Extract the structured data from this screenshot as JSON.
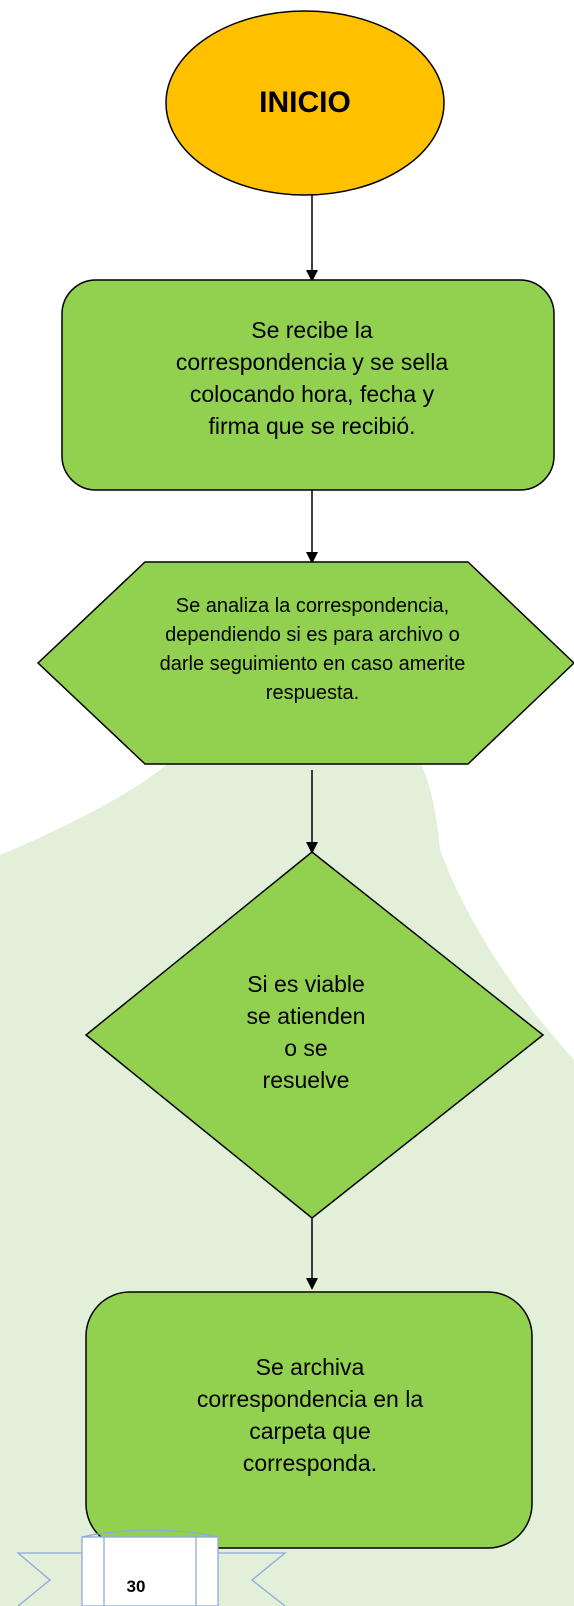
{
  "diagram": {
    "start": {
      "label": "INICIO"
    },
    "step_receive": {
      "lines": [
        "Se recibe la",
        "correspondencia y se sella",
        "colocando hora, fecha y",
        "firma que se recibió."
      ]
    },
    "step_analyze": {
      "lines": [
        "Se analiza la correspondencia,",
        "dependiendo si es para archivo o",
        "darle seguimiento en caso amerite",
        "respuesta."
      ]
    },
    "decision_viable": {
      "lines": [
        "Si es viable",
        "se atienden",
        "o se",
        "resuelve"
      ]
    },
    "step_archive": {
      "lines": [
        "Se archiva",
        "correspondencia en la",
        "carpeta que",
        "corresponda."
      ]
    }
  },
  "footer": {
    "page_number": "30"
  },
  "colors": {
    "start_fill": "#ffc000",
    "node_fill": "#92d050",
    "background_shape": "#e2efd9",
    "ribbon_stroke": "#8eaadb"
  }
}
